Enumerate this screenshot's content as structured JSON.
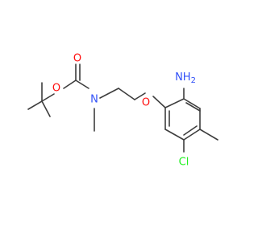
{
  "molecule": {
    "atoms": {
      "amine_n": "NH",
      "amine_h2": "2",
      "ether_o": "O",
      "carbonyl_o": "O",
      "ester_o": "O",
      "carbamate_n": "N",
      "chlorine": "Cl"
    },
    "colors": {
      "bond": "#3d3d3d",
      "oxygen": "#ff0d0d",
      "nitrogen": "#3050f8",
      "chlorine": "#1ff01f"
    }
  }
}
